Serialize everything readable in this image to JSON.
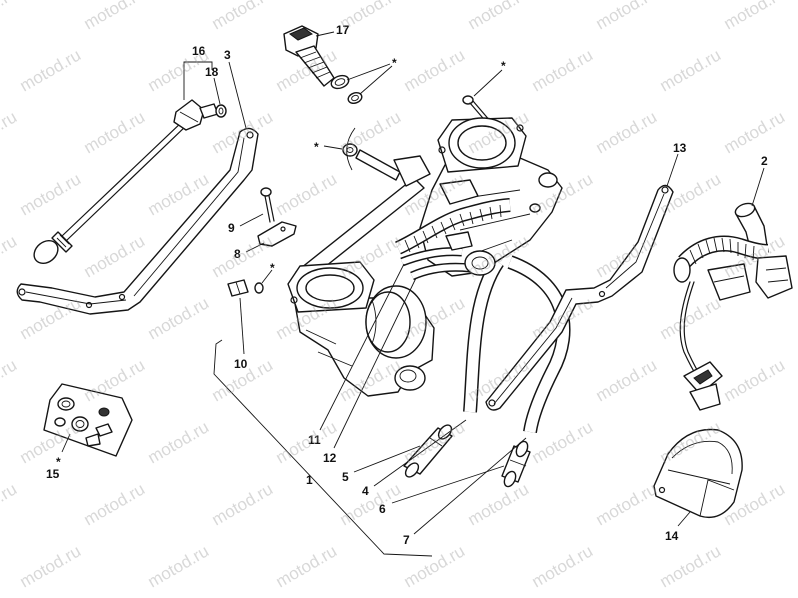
{
  "watermark": "motod.ru",
  "asterisk": "*",
  "callouts": {
    "n1": "1",
    "n2": "2",
    "n3": "3",
    "n4": "4",
    "n5": "5",
    "n6": "6",
    "n7": "7",
    "n8": "8",
    "n9": "9",
    "n10": "10",
    "n11": "11",
    "n12": "12",
    "n13": "13",
    "n14": "14",
    "n15": "15",
    "n16": "16",
    "n17": "17",
    "n18": "18"
  }
}
